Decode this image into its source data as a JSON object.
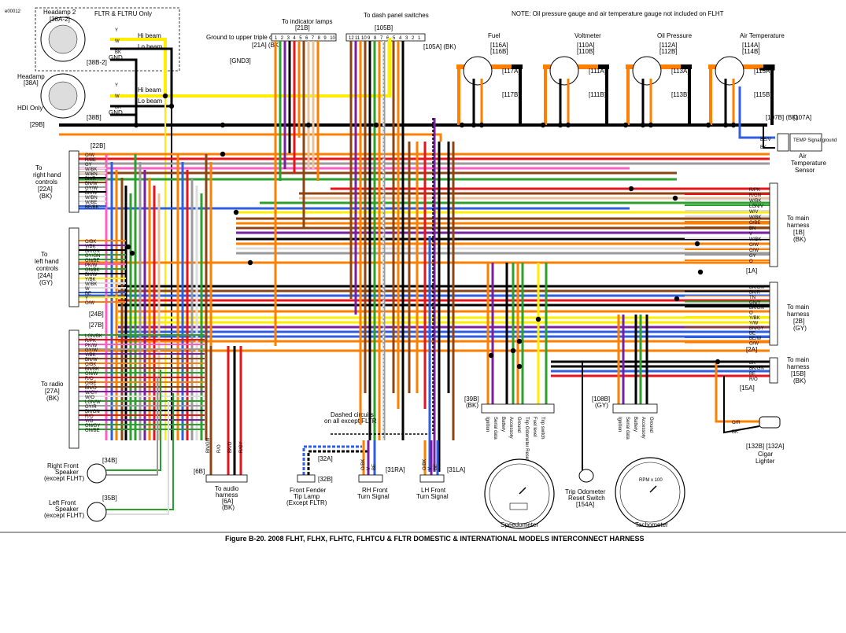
{
  "figure_id": "e00012",
  "caption": "Figure B-20. 2008 FLHT, FLHX, FLHTC, FLHTCU & FLTR DOMESTIC & INTERNATIONAL MODELS INTERCONNECT HARNESS",
  "note": "NOTE: Oil pressure gauge and air temperature gauge not included on FLHT",
  "headlamps": [
    {
      "title": "Headamp 2",
      "ref": "[38A-2]",
      "sub": "FLTR & FLTRU Only",
      "conn": "[38B-2]"
    },
    {
      "title": "Headamp",
      "ref": "[38A]",
      "conn": "[38B]"
    }
  ],
  "beam": {
    "hi": "Hi beam",
    "lo": "Lo beam",
    "gnd": "GND",
    "hdi": "HDI Only",
    "hdi_conn": "[29B]"
  },
  "top_labels": {
    "ground": "Ground to upper triple clamp",
    "gnd3": "[GND3]",
    "indicator": "To indicator lamps",
    "c21b": "[21B]",
    "c21a": "[21A] (BK)",
    "dash": "To dash panel switches",
    "c105b": "[105B]",
    "c105a": "[105A] (BK)"
  },
  "gauges": [
    {
      "name": "Fuel",
      "refs": [
        "[116A]",
        "[116B]"
      ],
      "c_a": "[117A]",
      "c_b": "[117B]"
    },
    {
      "name": "Voltmeter",
      "refs": [
        "[110A]",
        "[110B]"
      ],
      "c_a": "[111A]",
      "c_b": "[111B]"
    },
    {
      "name": "Oil Pressure",
      "refs": [
        "[112A]",
        "[112B]"
      ],
      "c_a": "[113A]",
      "c_b": "[113B]"
    },
    {
      "name": "Air Temperature",
      "refs": [
        "[114A]",
        "[114B]"
      ],
      "c_a": "[115A]",
      "c_b": "[115B]"
    }
  ],
  "left_labels": {
    "rh_controls": "To right hand controls [22A] (BK)",
    "c22b": "[22B]",
    "lh_controls": "To left hand controls [24A] (GY)",
    "c24b": "[24B]",
    "c27b": "[27B]",
    "radio": "To radio [27A] (BK)",
    "rf_speaker": "Right Front Speaker (except FLHT)",
    "c34b": "[34B]",
    "lf_speaker": "Left Front Speaker (except FLHT)",
    "c35b": "[35B]"
  },
  "right_labels": {
    "c107b": "[107B] (BK)",
    "c107a": "[107A]",
    "temp_signal": "TEMP Signal ground",
    "air_sensor": "Air Temperature Sensor",
    "main1": "To main harness [1B] (BK)",
    "c1a": "[1A]",
    "main2": "To main harness [2B] (GY)",
    "c2a": "[2A]",
    "main15": "To main harness [15B] (BK)",
    "c15a": "[15A]",
    "cigar": "Cigar Lighter",
    "c132": "[132B] [132A]"
  },
  "bottom_labels": {
    "audio": "To audio harness [6A] (BK)",
    "c6b": "[6B]",
    "dashed": "Dashed circuits on all except FLTR",
    "c32a": "[32A]",
    "c32b": "[32B]",
    "fender": "Front Fender Tip Lamp (Except FLTR)",
    "c31ra": "[31RA]",
    "rh_turn": "RH Front Turn Signal",
    "c31la": "[31LA]",
    "lh_turn": "LH Front Turn Signal",
    "c39b": "[39B] (BK)",
    "c108b": "[108B] (GY)",
    "speedo": "Speedometer",
    "tacho": "Tachometer",
    "trip": "Trip Odometer Reset Switch [154A]",
    "rpm": "RPM x 100"
  },
  "wire_codes": {
    "rh_controls": [
      "O/W",
      "R/BE",
      "GY",
      "W/BK",
      "W/BN",
      "BK/R",
      "BN/W",
      "GY/W",
      "BK/W",
      "W/BN",
      "W/BE",
      "BE/BK"
    ],
    "lh_controls": [
      "O/BK",
      "V/BK",
      "BK/GN",
      "GY/GN",
      "GN/BE",
      "PK/W",
      "GN/BK",
      "BK/W",
      "Y/BK",
      "W/BK",
      "W",
      "BE",
      "Y",
      "O/W"
    ],
    "radio": [
      "LGN/BK",
      "R/PK",
      "PK/W",
      "GY/W",
      "V/BK",
      "BN/W",
      "O/BK",
      "BN/BK",
      "GN/W",
      "R/O",
      "O/BE",
      "BN/O",
      "W/GY",
      "W/O",
      "LGN/W",
      "GY/R",
      "BK/GN",
      "R/O",
      "V/O",
      "GN/GY",
      "GN/BE"
    ],
    "main1": [
      "R/PK",
      "R/GN",
      "W/BK",
      "LGN/V",
      "W/V",
      "W/BK",
      "O/BE",
      "BN",
      "V",
      "W/BK",
      "O/W",
      "O/W",
      "GY",
      "O"
    ],
    "main2": [
      "BK/GN",
      "BK/R",
      "TN",
      "GN/Y",
      "BK/GN",
      "O",
      "Y/BK",
      "Y/W",
      "BN/GY",
      "BE",
      "BE/W",
      "O/W"
    ],
    "main15": [
      "BK",
      "BK/GN",
      "BE",
      "R/O"
    ],
    "speedo_pins": [
      "Ignition",
      "Serial data",
      "Battery",
      "Accessory",
      "Ground",
      "Trip Odometer Reset Switch",
      "Fuel level",
      "Trip switch"
    ],
    "tacho_pins": [
      "Ignition",
      "Serial data",
      "Battery",
      "Accessory",
      "Ground"
    ],
    "indicator_pins": [
      "1",
      "2",
      "3",
      "4",
      "5",
      "6",
      "7",
      "8",
      "9",
      "10"
    ],
    "dash_pins": [
      "12",
      "11",
      "10",
      "9",
      "8",
      "7",
      "6",
      "5",
      "4",
      "3",
      "2",
      "1"
    ],
    "beam_codes": [
      "Y",
      "W",
      "BK"
    ],
    "audio_codes": [
      "BN/GN",
      "R/O",
      "BK/O",
      "R/GY"
    ],
    "turn_codes": [
      "O/BK",
      "V",
      "BE"
    ],
    "air_codes": [
      "BE/V",
      "BK"
    ],
    "cigar_codes": [
      "O/R",
      "BK"
    ]
  },
  "colors": {
    "black": "#000000",
    "yellow": "#ffee00",
    "orange": "#ff7f00",
    "red": "#e8141b",
    "blue": "#2f5fe0",
    "green": "#2ca02c",
    "brown": "#8b4513",
    "purple": "#7a1fa0",
    "pink": "#ff5cc8",
    "gray": "#9a9a9a",
    "tan": "#e8c39a",
    "white": "#dcdcdc"
  }
}
